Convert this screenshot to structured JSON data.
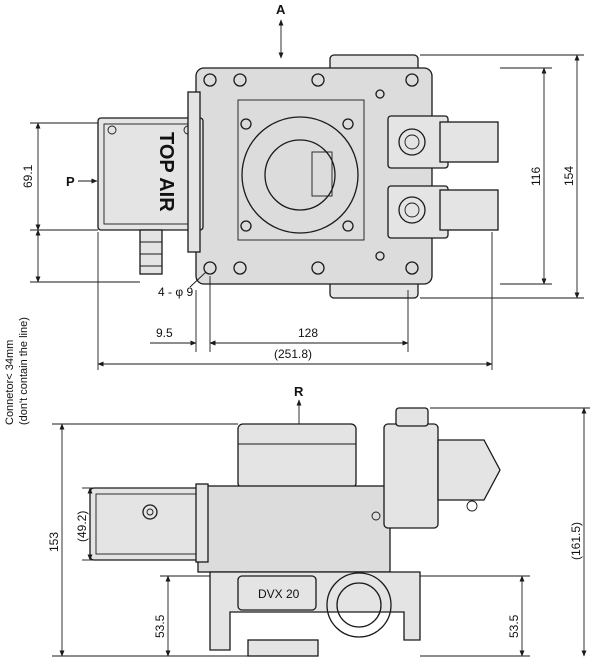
{
  "top_view": {
    "view_arrow_label": "A",
    "port_label": "P",
    "coil_marking": "TOP AIR",
    "hole_callout": "4 - φ 9",
    "dimensions": {
      "height_coil": "69.1",
      "height_inner": "116",
      "height_total": "154",
      "offset_left": "9.5",
      "hole_pitch": "128",
      "overall_width": "(251.8)"
    }
  },
  "side_note": {
    "line1": "Connetor< 34mm",
    "line2": "(don't contain the line)"
  },
  "front_view": {
    "view_arrow_label": "R",
    "model_label": "DVX 20",
    "dimensions": {
      "height_total": "153",
      "coil_height": "(49.2)",
      "port_height_left": "53.5",
      "port_height_right": "53.5",
      "height_connector": "(161.5)"
    }
  }
}
